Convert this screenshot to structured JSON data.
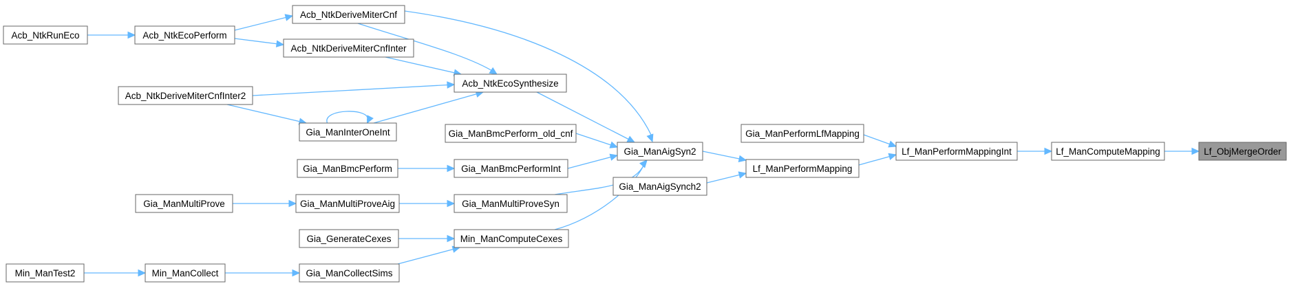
{
  "graph": {
    "colors": {
      "edge": "#63b8ff",
      "node_border": "#666666",
      "node_fill": "#ffffff",
      "focus_fill": "#999999"
    },
    "nodes": [
      {
        "id": "n0",
        "label": "Lf_ObjMergeOrder",
        "focus": true
      },
      {
        "id": "n1",
        "label": "Lf_ManComputeMapping"
      },
      {
        "id": "n2",
        "label": "Lf_ManPerformMappingInt"
      },
      {
        "id": "n3",
        "label": "Gia_ManPerformLfMapping"
      },
      {
        "id": "n4",
        "label": "Lf_ManPerformMapping"
      },
      {
        "id": "n5",
        "label": "Gia_ManAigSyn2"
      },
      {
        "id": "n6",
        "label": "Gia_ManAigSynch2"
      },
      {
        "id": "n7",
        "label": "Acb_NtkDeriveMiterCnf"
      },
      {
        "id": "n8",
        "label": "Acb_NtkEcoSynthesize"
      },
      {
        "id": "n9",
        "label": "Gia_ManBmcPerform_old_cnf"
      },
      {
        "id": "n10",
        "label": "Gia_ManBmcPerformInt"
      },
      {
        "id": "n11",
        "label": "Gia_ManMultiProveSyn"
      },
      {
        "id": "n12",
        "label": "Min_ManComputeCexes"
      },
      {
        "id": "n13",
        "label": "Acb_NtkEcoPerform"
      },
      {
        "id": "n14",
        "label": "Acb_NtkRunEco"
      },
      {
        "id": "n15",
        "label": "Acb_NtkDeriveMiterCnfInter"
      },
      {
        "id": "n16",
        "label": "Acb_NtkDeriveMiterCnfInter2"
      },
      {
        "id": "n17",
        "label": "Gia_ManInterOneInt"
      },
      {
        "id": "n18",
        "label": "Gia_ManBmcPerform"
      },
      {
        "id": "n19",
        "label": "Gia_ManMultiProveAig"
      },
      {
        "id": "n20",
        "label": "Gia_ManMultiProve"
      },
      {
        "id": "n21",
        "label": "Gia_GenerateCexes"
      },
      {
        "id": "n22",
        "label": "Gia_ManCollectSims"
      },
      {
        "id": "n23",
        "label": "Min_ManCollect"
      },
      {
        "id": "n24",
        "label": "Min_ManTest2"
      }
    ],
    "edges": [
      [
        "n1",
        "n0"
      ],
      [
        "n2",
        "n1"
      ],
      [
        "n3",
        "n2"
      ],
      [
        "n4",
        "n2"
      ],
      [
        "n5",
        "n4"
      ],
      [
        "n6",
        "n4"
      ],
      [
        "n7",
        "n5"
      ],
      [
        "n8",
        "n5"
      ],
      [
        "n9",
        "n5"
      ],
      [
        "n10",
        "n5"
      ],
      [
        "n11",
        "n5"
      ],
      [
        "n12",
        "n5"
      ],
      [
        "n13",
        "n7"
      ],
      [
        "n7",
        "n8"
      ],
      [
        "n15",
        "n8"
      ],
      [
        "n16",
        "n8"
      ],
      [
        "n17",
        "n8"
      ],
      [
        "n14",
        "n13"
      ],
      [
        "n13",
        "n15"
      ],
      [
        "n16",
        "n17"
      ],
      [
        "n17",
        "n17"
      ],
      [
        "n18",
        "n10"
      ],
      [
        "n19",
        "n11"
      ],
      [
        "n20",
        "n19"
      ],
      [
        "n21",
        "n12"
      ],
      [
        "n22",
        "n12"
      ],
      [
        "n23",
        "n22"
      ],
      [
        "n24",
        "n23"
      ]
    ]
  }
}
